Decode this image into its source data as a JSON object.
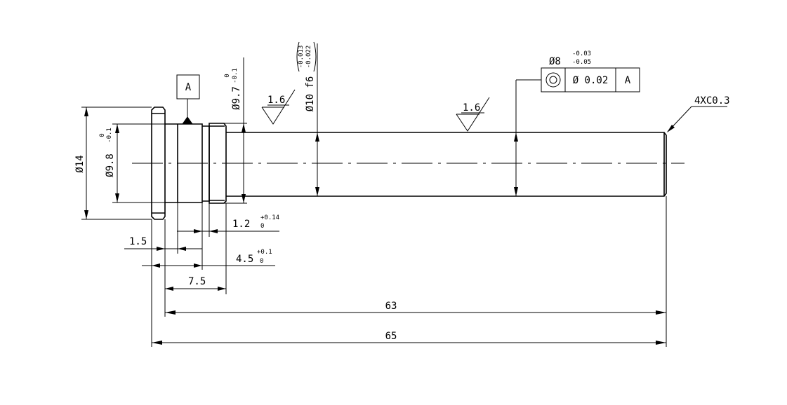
{
  "datum": {
    "label": "A"
  },
  "dimensions": {
    "d14": "Ø14",
    "d9_8": {
      "value": "Ø9.8",
      "tol_upper": "0",
      "tol_lower": "-0.1"
    },
    "d9_7": {
      "value": "Ø9.7",
      "tol_upper": "0",
      "tol_lower": "-0.1"
    },
    "d10f6": {
      "value": "Ø10 f6",
      "tol_upper": "-0.013",
      "tol_lower": "-0.022"
    },
    "w1_2": {
      "value": "1.2",
      "tol_upper": "+0.14",
      "tol_lower": "0"
    },
    "w1_5": "1.5",
    "w4_5": {
      "value": "4.5",
      "tol_upper": "+0.1",
      "tol_lower": "0"
    },
    "w7_5": "7.5",
    "l63": "63",
    "l65": "65",
    "chamfer": "4XC0.3",
    "d8": {
      "value": "Ø8",
      "tol_upper": "-0.03",
      "tol_lower": "-0.05"
    }
  },
  "surface_finish": [
    "1.6",
    "1.6"
  ],
  "feature_control_frame": {
    "symbol_icon": "concentricity-icon",
    "tolerance": "Ø 0.02",
    "datum": "A"
  }
}
